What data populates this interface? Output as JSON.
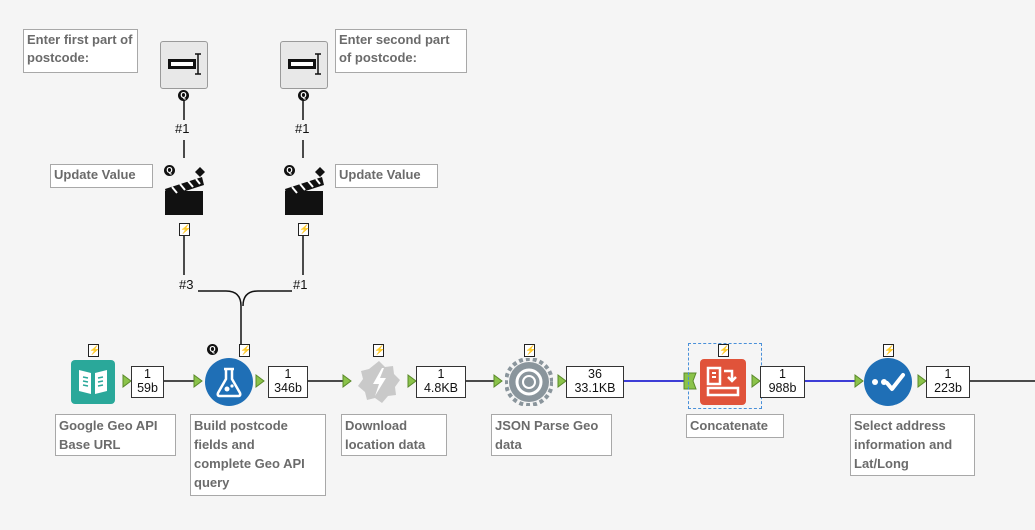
{
  "comments": {
    "first_postcode": "Enter first part of\npostcode:",
    "second_postcode": "Enter second part\nof postcode:",
    "update_value_1": "Update Value",
    "update_value_2": "Update Value"
  },
  "connection_labels": {
    "c1": "#1",
    "c2": "#1",
    "c3": "#3",
    "c4": "#1"
  },
  "tools": [
    {
      "label": "Google Geo API\nBase URL",
      "records": "1",
      "size": "59b"
    },
    {
      "label": "Build postcode\nfields and\ncomplete Geo API\nquery",
      "records": "1",
      "size": "346b"
    },
    {
      "label": "Download\nlocation data",
      "records": "1",
      "size": "4.8KB"
    },
    {
      "label": "JSON Parse Geo\ndata",
      "records": "36",
      "size": "33.1KB"
    },
    {
      "label": "Concatenate",
      "records": "1",
      "size": "988b"
    },
    {
      "label": "Select address\ninformation and\nLat/Long",
      "records": "1",
      "size": "223b"
    }
  ],
  "icon_glyphs": {
    "q": "Q",
    "bolt": "⚡"
  },
  "colors": {
    "text_input": "#111111",
    "google_tool": "#2aa89a",
    "formula_tool": "#1f6fb6",
    "download_tool": "#c9c9c9",
    "json_tool": "#7f8c95",
    "concat_tool": "#e0533a",
    "select_tool": "#1f6fb6",
    "data_connection": "#0000cc"
  }
}
